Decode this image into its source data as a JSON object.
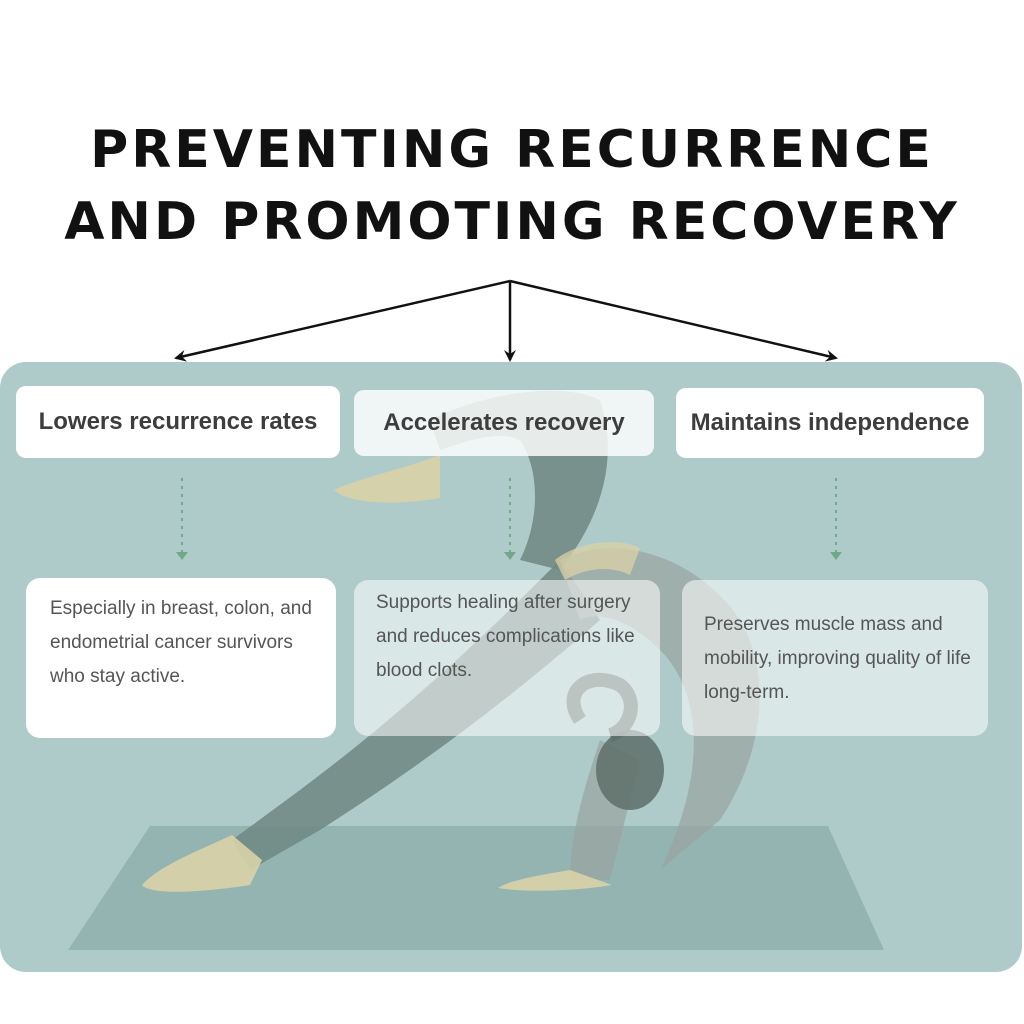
{
  "title": {
    "line1": "PREVENTING RECURRENCE",
    "line2": "AND PROMOTING RECOVERY"
  },
  "branches": [
    {
      "heading": "Lowers recurrence rates",
      "description": "Especially in breast, colon, and endometrial cancer survivors who stay active."
    },
    {
      "heading": "Accelerates recovery",
      "description": "Supports healing after surgery and reduces complications like blood clots."
    },
    {
      "heading": "Maintains independence",
      "description": "Preserves muscle mass and mobility, improving quality of life long-term."
    }
  ],
  "colors": {
    "panel": "#aecbca",
    "mat": "#8fb0ae",
    "figure_legging": "#6f8781",
    "figure_skin": "#d9d2a7",
    "dotted_connector": "#6fa88a",
    "arrow": "#111111"
  },
  "illustration": "yoga-figure-icon"
}
